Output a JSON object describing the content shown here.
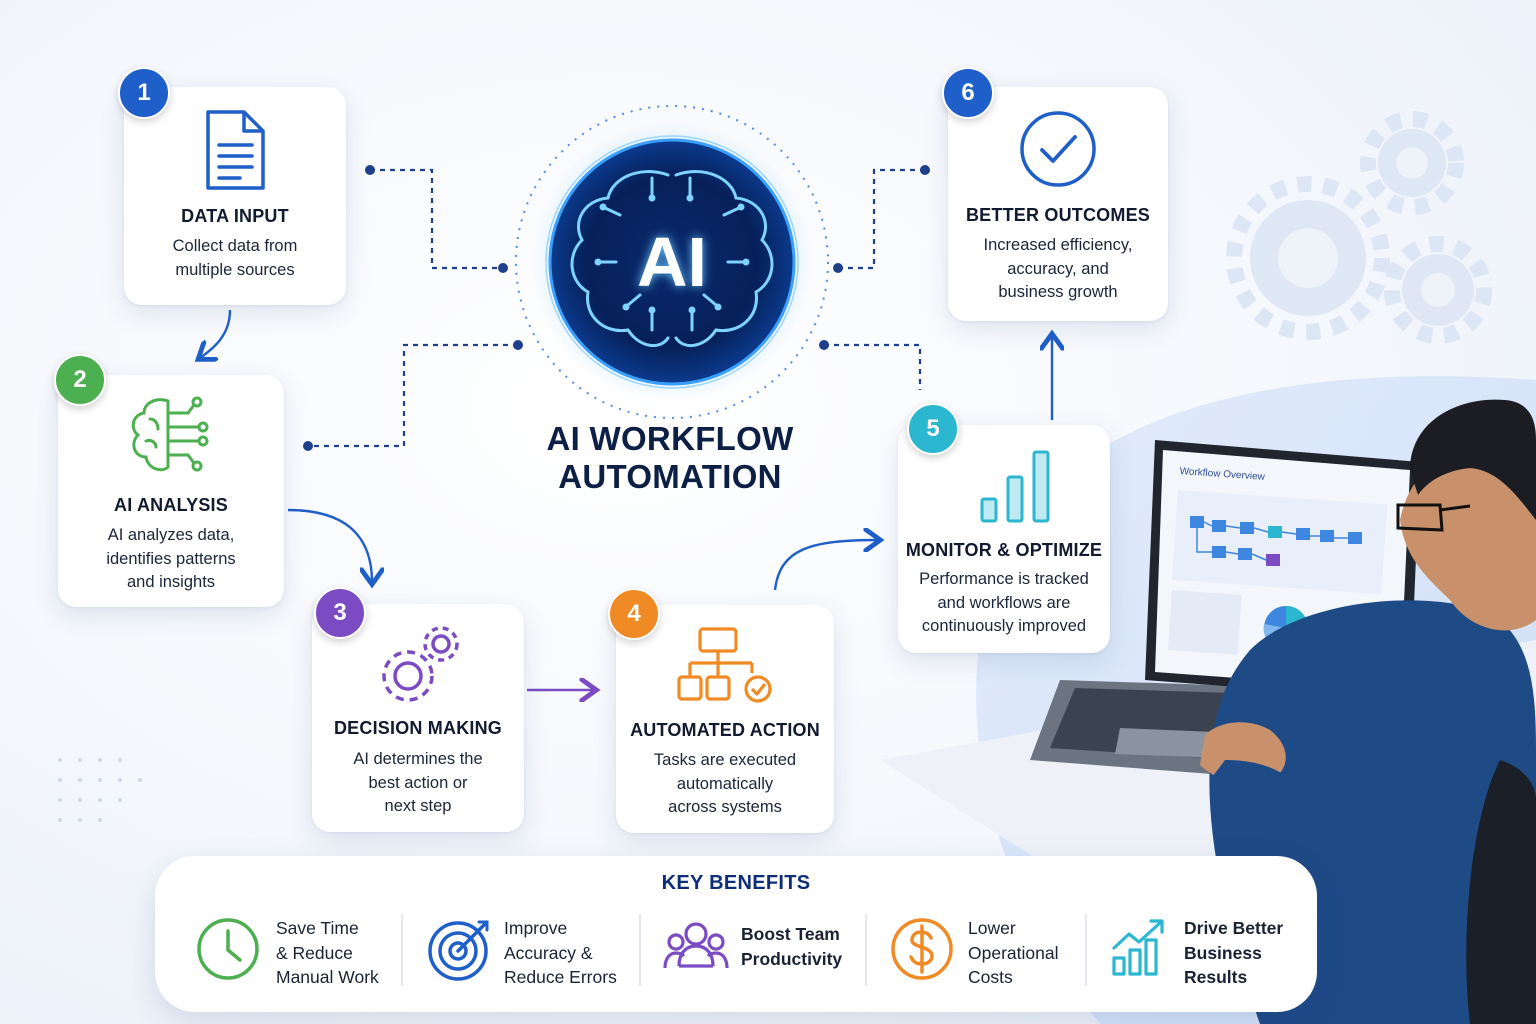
{
  "title": {
    "line1": "AI WORKFLOW",
    "line2": "AUTOMATION",
    "center_label": "AI"
  },
  "steps": [
    {
      "number": "1",
      "title": "DATA INPUT",
      "desc": [
        "Collect data from",
        "multiple sources"
      ],
      "color": "#1f5fc9",
      "icon": "document-icon"
    },
    {
      "number": "2",
      "title": "AI ANALYSIS",
      "desc": [
        "AI analyzes data,",
        "identifies patterns",
        "and insights"
      ],
      "color": "#4caf50",
      "icon": "brain-circuit-icon"
    },
    {
      "number": "3",
      "title": "DECISION MAKING",
      "desc": [
        "AI determines the",
        "best action or",
        "next step"
      ],
      "color": "#7b4bc4",
      "icon": "gears-icon"
    },
    {
      "number": "4",
      "title": "AUTOMATED ACTION",
      "desc": [
        "Tasks are executed",
        "automatically",
        "across systems"
      ],
      "color": "#f08a24",
      "icon": "flowchart-check-icon"
    },
    {
      "number": "5",
      "title": "MONITOR & OPTIMIZE",
      "desc": [
        "Performance is tracked",
        "and workflows are",
        "continuously improved"
      ],
      "color": "#2bb7cf",
      "icon": "bar-chart-icon"
    },
    {
      "number": "6",
      "title": "BETTER OUTCOMES",
      "desc": [
        "Increased efficiency,",
        "accuracy, and",
        "business growth"
      ],
      "color": "#1f5fc9",
      "icon": "check-circle-icon"
    }
  ],
  "benefits": {
    "heading": "KEY BENEFITS",
    "items": [
      {
        "lines": [
          "Save Time",
          "& Reduce",
          "Manual Work"
        ],
        "icon": "clock-icon",
        "color": "#4caf50"
      },
      {
        "lines": [
          "Improve",
          "Accuracy &",
          "Reduce Errors"
        ],
        "icon": "target-icon",
        "color": "#1f5fc9"
      },
      {
        "lines": [
          "Boost Team",
          "Productivity"
        ],
        "icon": "team-icon",
        "color": "#7b4bc4"
      },
      {
        "lines": [
          "Lower",
          "Operational",
          "Costs"
        ],
        "icon": "dollar-icon",
        "color": "#f08a24"
      },
      {
        "lines": [
          "Drive Better",
          "Business",
          "Results"
        ],
        "icon": "growth-chart-icon",
        "color": "#2bb7cf"
      }
    ]
  },
  "laptop_screen": {
    "heading": "Workflow Overview"
  }
}
